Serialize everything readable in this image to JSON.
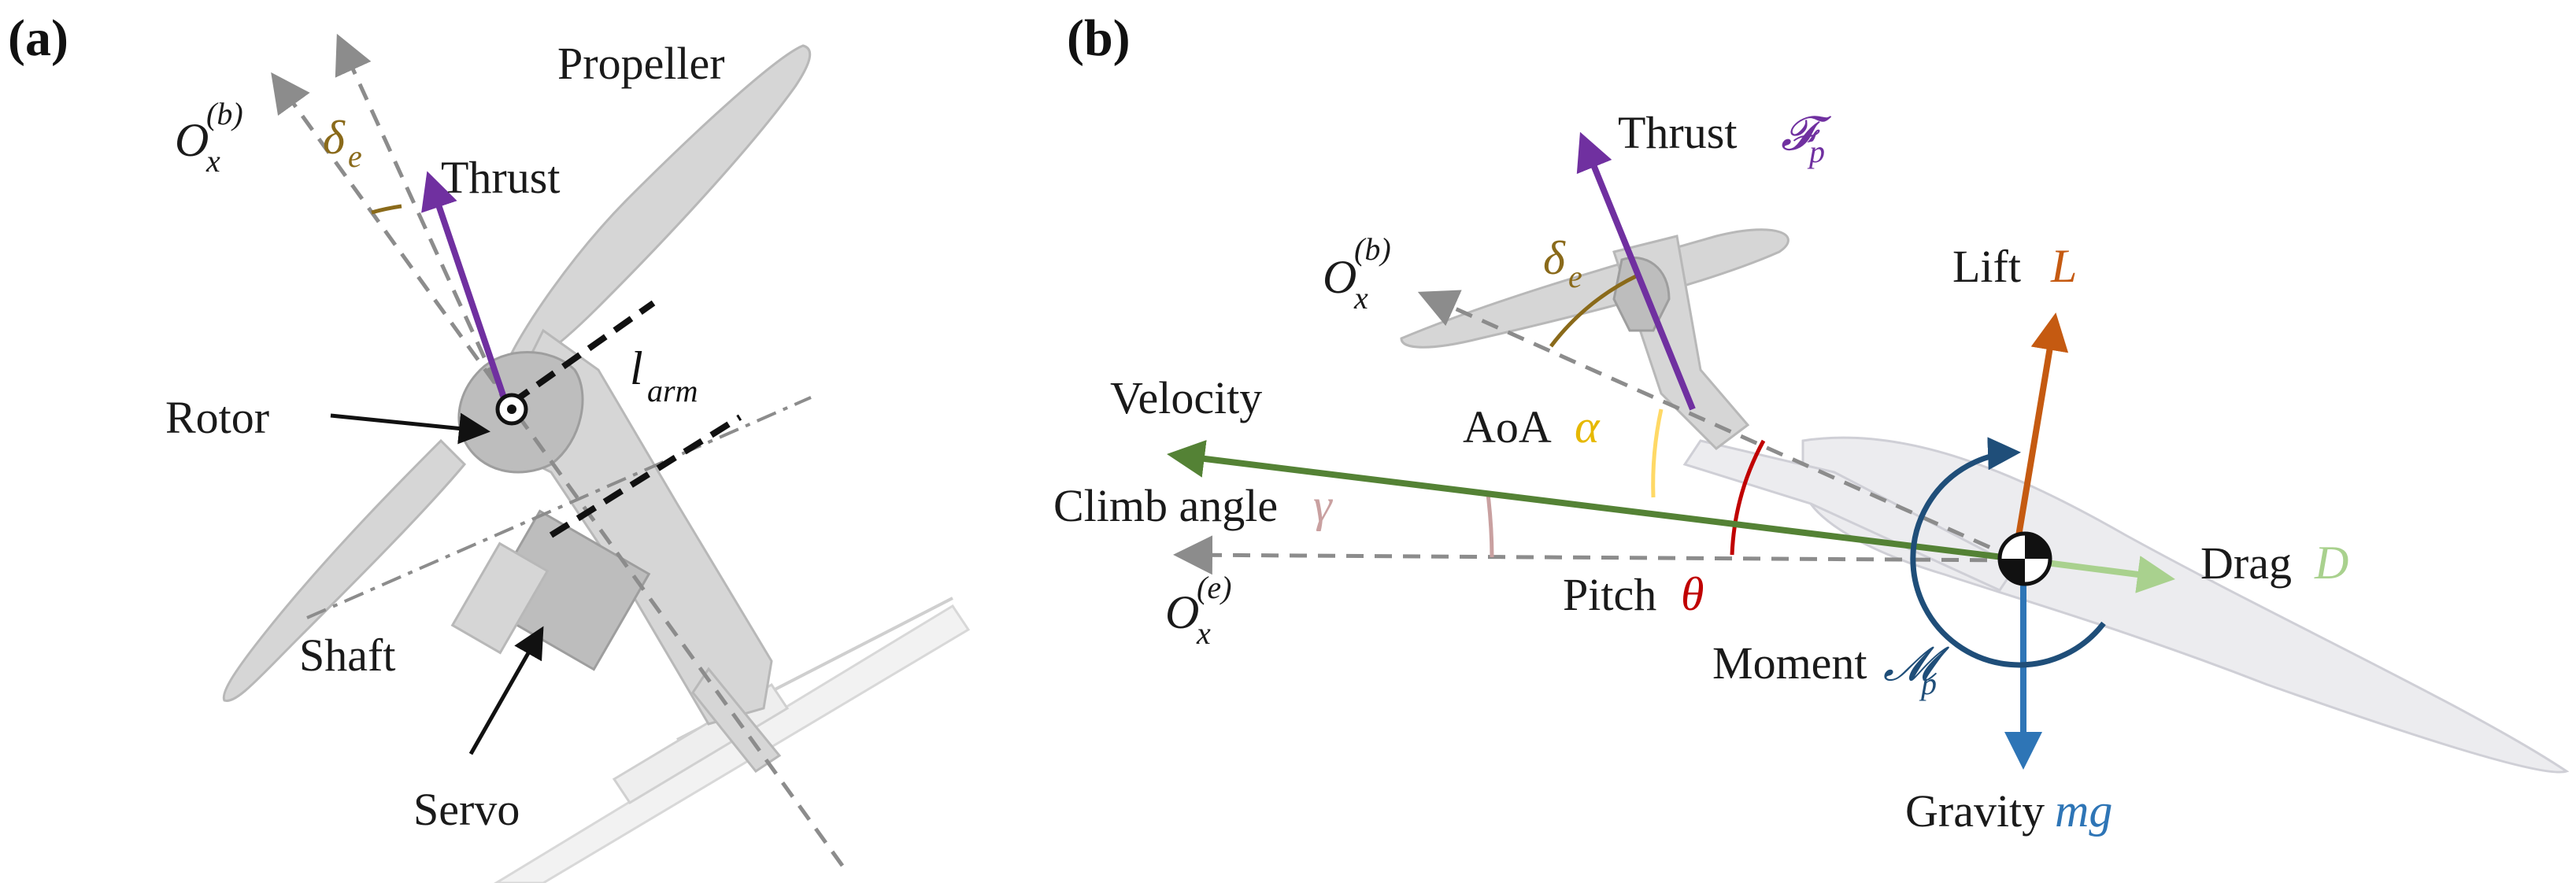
{
  "colors": {
    "thrust": "#7030a0",
    "delta_e": "#8a6a1a",
    "lift": "#c55a11",
    "velocity": "#548235",
    "drag": "#a9d18e",
    "gravity": "#2e75b6",
    "moment": "#1f4e79",
    "aoa": "#ffd966",
    "pitch": "#c00000",
    "climb": "#c9a0a0",
    "axis": "#8c8c8c",
    "black_arrow": "#111111"
  },
  "panel_a": {
    "tag": "(a)",
    "propeller": "Propeller",
    "thrust": "Thrust",
    "rotor": "Rotor",
    "shaft": "Shaft",
    "servo": "Servo",
    "body_axis": "O",
    "body_axis_sub": "x",
    "body_axis_sup": "(b)",
    "delta": "δ",
    "delta_sub": "e",
    "arm": "l",
    "arm_sub": "arm"
  },
  "panel_b": {
    "tag": "(b)",
    "thrust_label": "Thrust",
    "thrust_sym": "𝓕",
    "thrust_sub": "p",
    "body_axis": "O",
    "body_axis_sub": "x",
    "body_axis_sup": "(b)",
    "delta": "δ",
    "delta_sub": "e",
    "lift_label": "Lift",
    "lift_sym": "L",
    "velocity_label": "Velocity",
    "aoa_label": "AoA",
    "aoa_sym": "α",
    "climb_label": "Climb angle",
    "climb_sym": "γ",
    "earth_axis": "O",
    "earth_axis_sub": "x",
    "earth_axis_sup": "(e)",
    "pitch_label": "Pitch",
    "pitch_sym": "θ",
    "drag_label": "Drag",
    "drag_sym": "D",
    "moment_label": "Moment",
    "moment_sym": "𝓜",
    "moment_sub": "p",
    "gravity_label": "Gravity",
    "gravity_sym": "mg"
  }
}
